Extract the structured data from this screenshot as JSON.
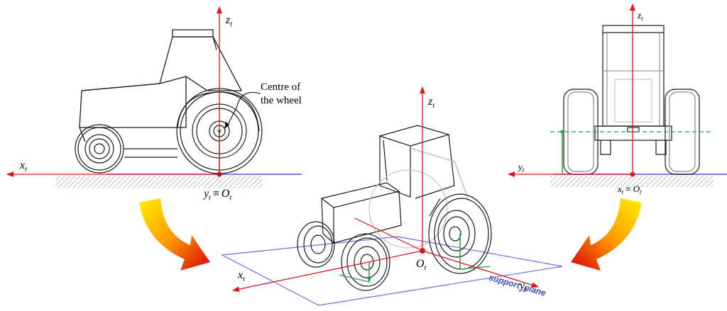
{
  "colors": {
    "axis_red": "#e0141c",
    "ground_blue": "#4b5be0",
    "plane_blue": "#6a6ee6",
    "wheel_green": "#1aa34a",
    "arrow_start": "#ffe500",
    "arrow_end": "#d8000c"
  },
  "side_view": {
    "z_label": "z",
    "z_sub": "t",
    "x_label": "x",
    "x_sub": "t",
    "origin_y": "y",
    "origin_y_sub": "t",
    "origin_equiv": "≡",
    "origin_O": "O",
    "origin_O_sub": "t",
    "callout_line1": "Centre of",
    "callout_line2": "the wheel"
  },
  "iso_view": {
    "z_label": "z",
    "z_sub": "t",
    "x_label": "x",
    "x_sub": "t",
    "y_label": "y",
    "y_sub": "t",
    "origin_O": "O",
    "origin_O_sub": "t",
    "plane_label": "support_plane"
  },
  "rear_view": {
    "z_label": "z",
    "z_sub": "t",
    "y_label": "y",
    "y_sub": "t",
    "origin_x": "x",
    "origin_x_sub": "t",
    "origin_equiv": "≡",
    "origin_O": "O",
    "origin_O_sub": "t"
  }
}
